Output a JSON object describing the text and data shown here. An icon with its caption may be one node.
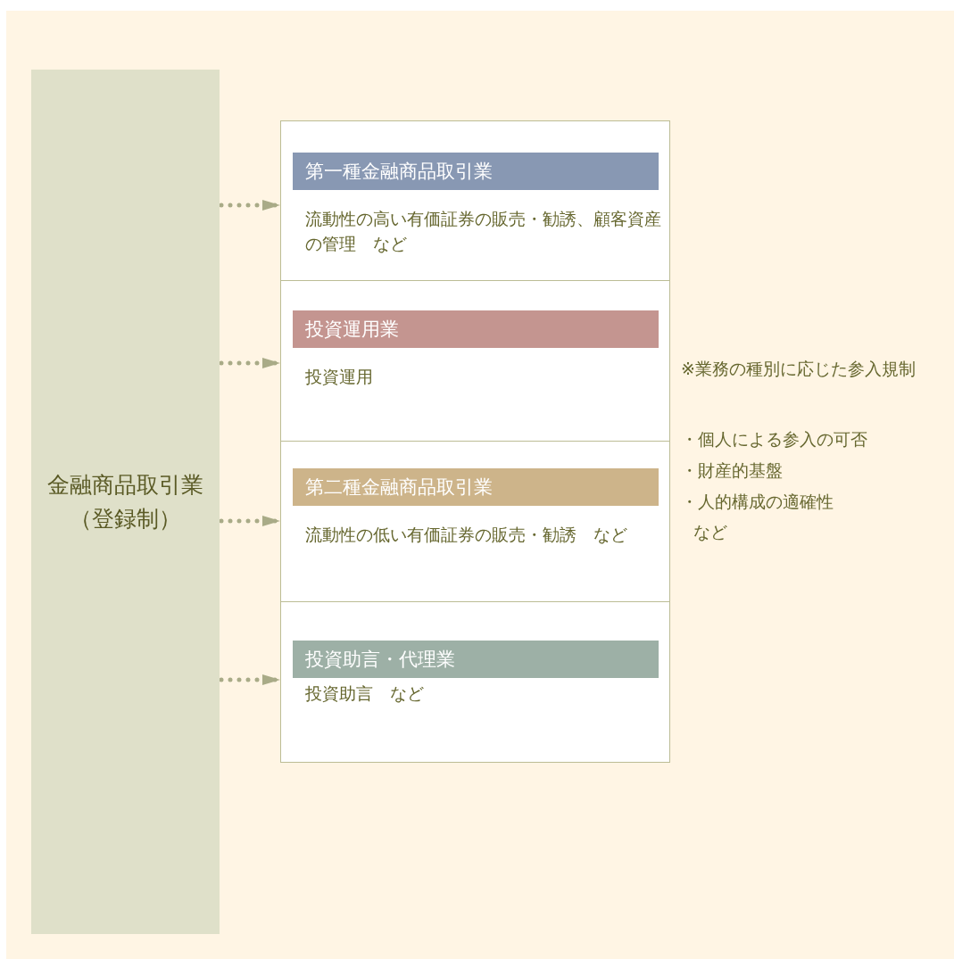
{
  "diagram": {
    "nodes": [
      {
        "text": [
          "金融商品取引業（登録制）"
        ]
      },
      {
        "text": [
          "第一種金融商品取引業",
          "流動性の高い有価証券の販売・勧誘、顧客資産の管理　など"
        ]
      },
      {
        "text": [
          "投資運用業",
          "投資運用"
        ]
      },
      {
        "text": [
          "第二種金融商品取引業",
          "流動性の低い有価証券の販売・勧誘　など"
        ]
      },
      {
        "text": [
          "投資助言・代理業",
          "投資助言　など"
        ]
      }
    ],
    "edges": [
      {
        "from": 0,
        "to": 1,
        "arrow": "to"
      },
      {
        "from": 0,
        "to": 2,
        "arrow": "to"
      },
      {
        "from": 0,
        "to": 3,
        "arrow": "to"
      },
      {
        "from": 0,
        "to": 4,
        "arrow": "to"
      }
    ],
    "labels": [
      "※業務の種別に応じた参入規制",
      "・個人による参入の可否",
      "・財産的基盤",
      "・人的構成の適確性",
      "など"
    ]
  }
}
